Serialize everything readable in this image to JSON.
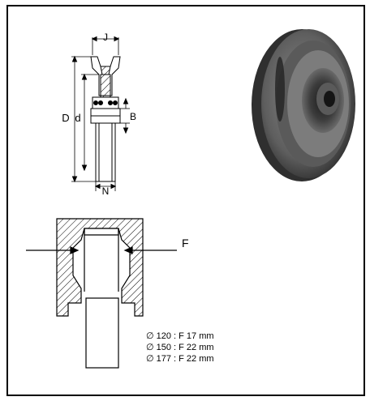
{
  "dimension_labels": {
    "J": "J",
    "D": "D",
    "d": "d",
    "B": "B",
    "N": "N",
    "F": "F"
  },
  "specs": [
    "∅ 120 : F 17 mm",
    "∅ 150 : F 22 mm",
    "∅ 177 : F 22 mm"
  ],
  "colors": {
    "line": "#000000",
    "pulley_dark": "#3a3a3a",
    "pulley_mid": "#6e6e6e",
    "pulley_light": "#9a9a9a"
  }
}
